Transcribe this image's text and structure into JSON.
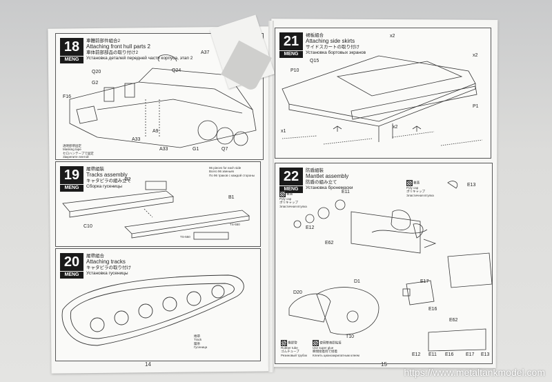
{
  "step18": {
    "num": "18",
    "brand": "MENG",
    "title_cn": "車體前部件組合2",
    "title_en": "Attaching front hull parts 2",
    "title_jp": "車体前部部品の取り付け2",
    "title_ru": "Установка деталей передней части корпуса, этап 2",
    "labels": [
      "Q20",
      "Q24",
      "A37",
      "G2",
      "F16",
      "A9",
      "A33",
      "A33",
      "G1",
      "Q7"
    ],
    "note": [
      "透明膠帶固定",
      "Masking tape",
      "セロハンテープで固定",
      "Закрепите лентой"
    ]
  },
  "step19": {
    "num": "19",
    "brand": "MENG",
    "title_cn": "履帶組裝",
    "title_en": "Tracks assembly",
    "title_jp": "キャタピラの組み立て",
    "title_ru": "Сборка гусеницы",
    "labels": [
      "B2",
      "B1",
      "C10",
      "TS-550",
      "TS-550"
    ],
    "note": [
      "96 pieces for each side",
      "Всего 96 звеньев",
      "По 96 траков с каждой стороны"
    ]
  },
  "step20": {
    "num": "20",
    "brand": "MENG",
    "title_cn": "履帶組合",
    "title_en": "Attaching tracks",
    "title_jp": "キャタピラの取り付け",
    "title_ru": "Установка гусеницы",
    "note": [
      "捲帶",
      "Track",
      "履帯",
      "Гусеница"
    ]
  },
  "step21": {
    "num": "21",
    "brand": "MENG",
    "title_cn": "裙板組合",
    "title_en": "Attaching side skirts",
    "title_jp": "サイドスカートの取り付け",
    "title_ru": "Установка бортовых экранов",
    "labels": [
      "Q15",
      "P10",
      "P1",
      "x2",
      "x2",
      "x1",
      "x2"
    ]
  },
  "step22": {
    "num": "22",
    "brand": "MENG",
    "title_cn": "防盾組裝",
    "title_en": "Mantlet assembly",
    "title_jp": "防盾の組み立て",
    "title_ru": "Установка бронемаски",
    "labels": [
      "E13",
      "E11",
      "E12",
      "E62",
      "D1",
      "D20",
      "E17",
      "E16",
      "E62",
      "T10",
      "E12",
      "E11",
      "E16",
      "E17",
      "E13"
    ],
    "notes": {
      "poly_cap": [
        "聚蓋",
        "Poly cap",
        "ポリキャップ",
        "Эластичная втулка"
      ],
      "poly_cap2": [
        "聚蓋",
        "Poly cap",
        "ポリキャップ",
        "Эластичная втулка"
      ],
      "rubber": [
        "橡膠管",
        "Rubber tube",
        "ゴムチューブ",
        "Резиновый трубок"
      ],
      "glue": [
        "使用雙液膠粘接",
        "Use super glue",
        "瞬間接着剤で接着",
        "Клеить цианоакрилатным клеем"
      ]
    }
  },
  "page_left": "14",
  "page_right": "15",
  "watermark": "https://www.metaltankmodel.com"
}
